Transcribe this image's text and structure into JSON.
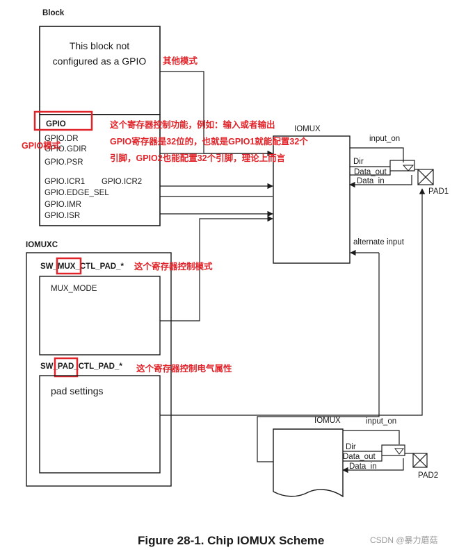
{
  "block": {
    "label": "Block",
    "not_configured_line1": "This block not",
    "not_configured_line2": "configured as a GPIO"
  },
  "gpio": {
    "title": "GPIO",
    "registers": [
      "GPIO.DR",
      "GPIO.GDIR",
      "GPIO.PSR",
      "GPIO.ICR1",
      "GPIO.ICR2",
      "GPIO.EDGE_SEL",
      "GPIO.IMR",
      "GPIO.ISR"
    ]
  },
  "iomux1": {
    "title": "IOMUX",
    "input_on": "input_on",
    "dir": "Dir",
    "data_out": "Data_out",
    "data_in": "Data_in",
    "alternate_input": "alternate input",
    "pad": "PAD1"
  },
  "iomuxc": {
    "label": "IOMUXC",
    "mux_reg": {
      "prefix": "SW_",
      "highlight": "MUX",
      "suffix": "_CTL_PAD_*"
    },
    "mux_mode": "MUX_MODE",
    "pad_reg": {
      "prefix": "SW_",
      "highlight": "PAD",
      "suffix": "_CTL_PAD_*"
    },
    "pad_settings": "pad settings"
  },
  "iomux2": {
    "title": "IOMUX",
    "input_on": "input_on",
    "dir": "Dir",
    "data_out": "Data_out",
    "data_in": "Data_in",
    "pad": "PAD2"
  },
  "annotations": {
    "other_mode": "其他模式",
    "gpio_mode": "GPIO模式",
    "gpio_line1": "这个寄存器控制功能，例如：输入或者输出",
    "gpio_line2": "GPIO寄存器是32位的，也就是GPIO1就能配置32个",
    "gpio_line3": "引脚，GPIO2也能配置32个引脚，理论上而言",
    "mux_note": "这个寄存器控制模式",
    "pad_note": "这个寄存器控制电气属性"
  },
  "caption": "Figure 28-1. Chip IOMUX Scheme",
  "watermark": "CSDN @暴力蘑菇",
  "colors": {
    "annotation": "#e0242a",
    "line": "#1a1a1a"
  }
}
